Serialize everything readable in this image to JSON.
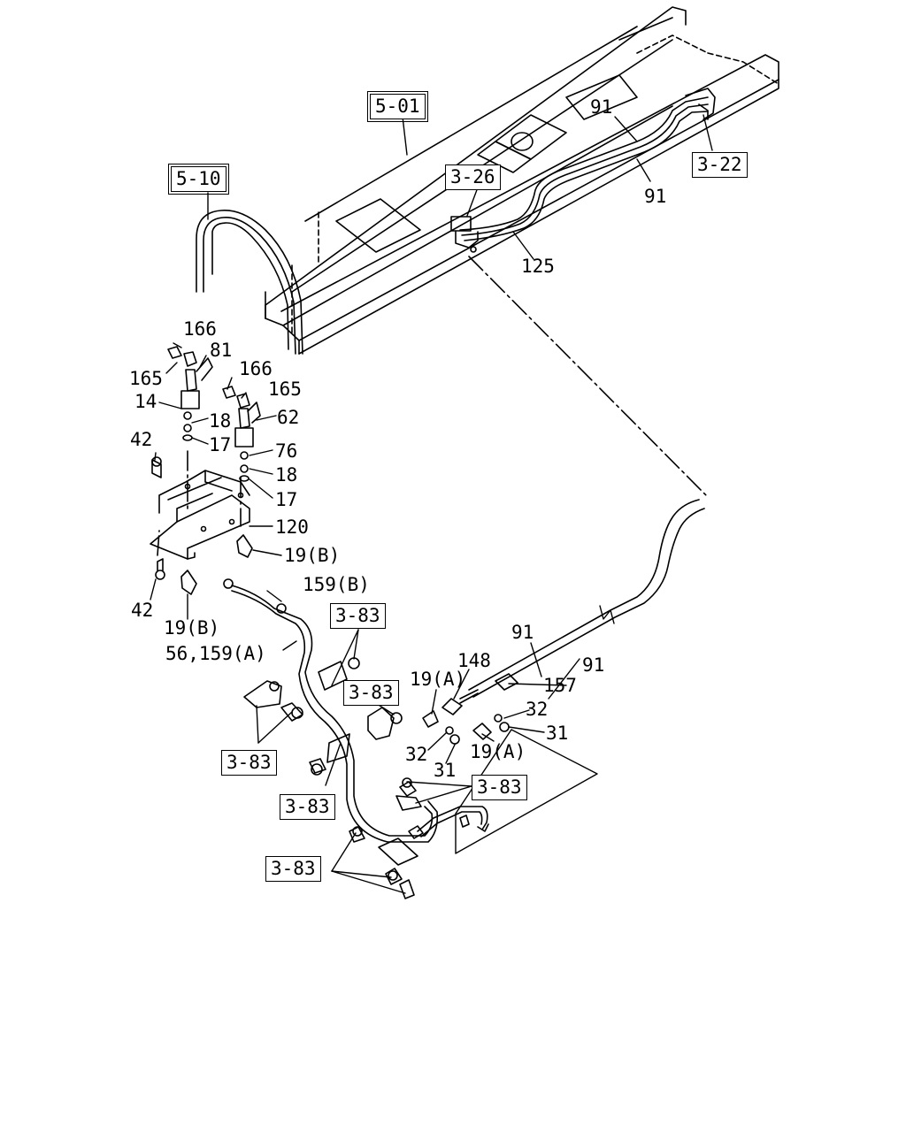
{
  "refs": {
    "r501": "5-01",
    "r510": "5-10",
    "r326": "3-26",
    "r322": "3-22",
    "r383": "3-83"
  },
  "parts": {
    "p91": "91",
    "p125": "125",
    "p166": "166",
    "p81": "81",
    "p165": "165",
    "p62": "62",
    "p14": "14",
    "p18": "18",
    "p17": "17",
    "p42": "42",
    "p76": "76",
    "p120": "120",
    "p19b": "19(B)",
    "p159b": "159(B)",
    "p56_159a": "56,159(A)",
    "p148": "148",
    "p19a": "19(A)",
    "p157": "157",
    "p32": "32",
    "p31": "31"
  }
}
